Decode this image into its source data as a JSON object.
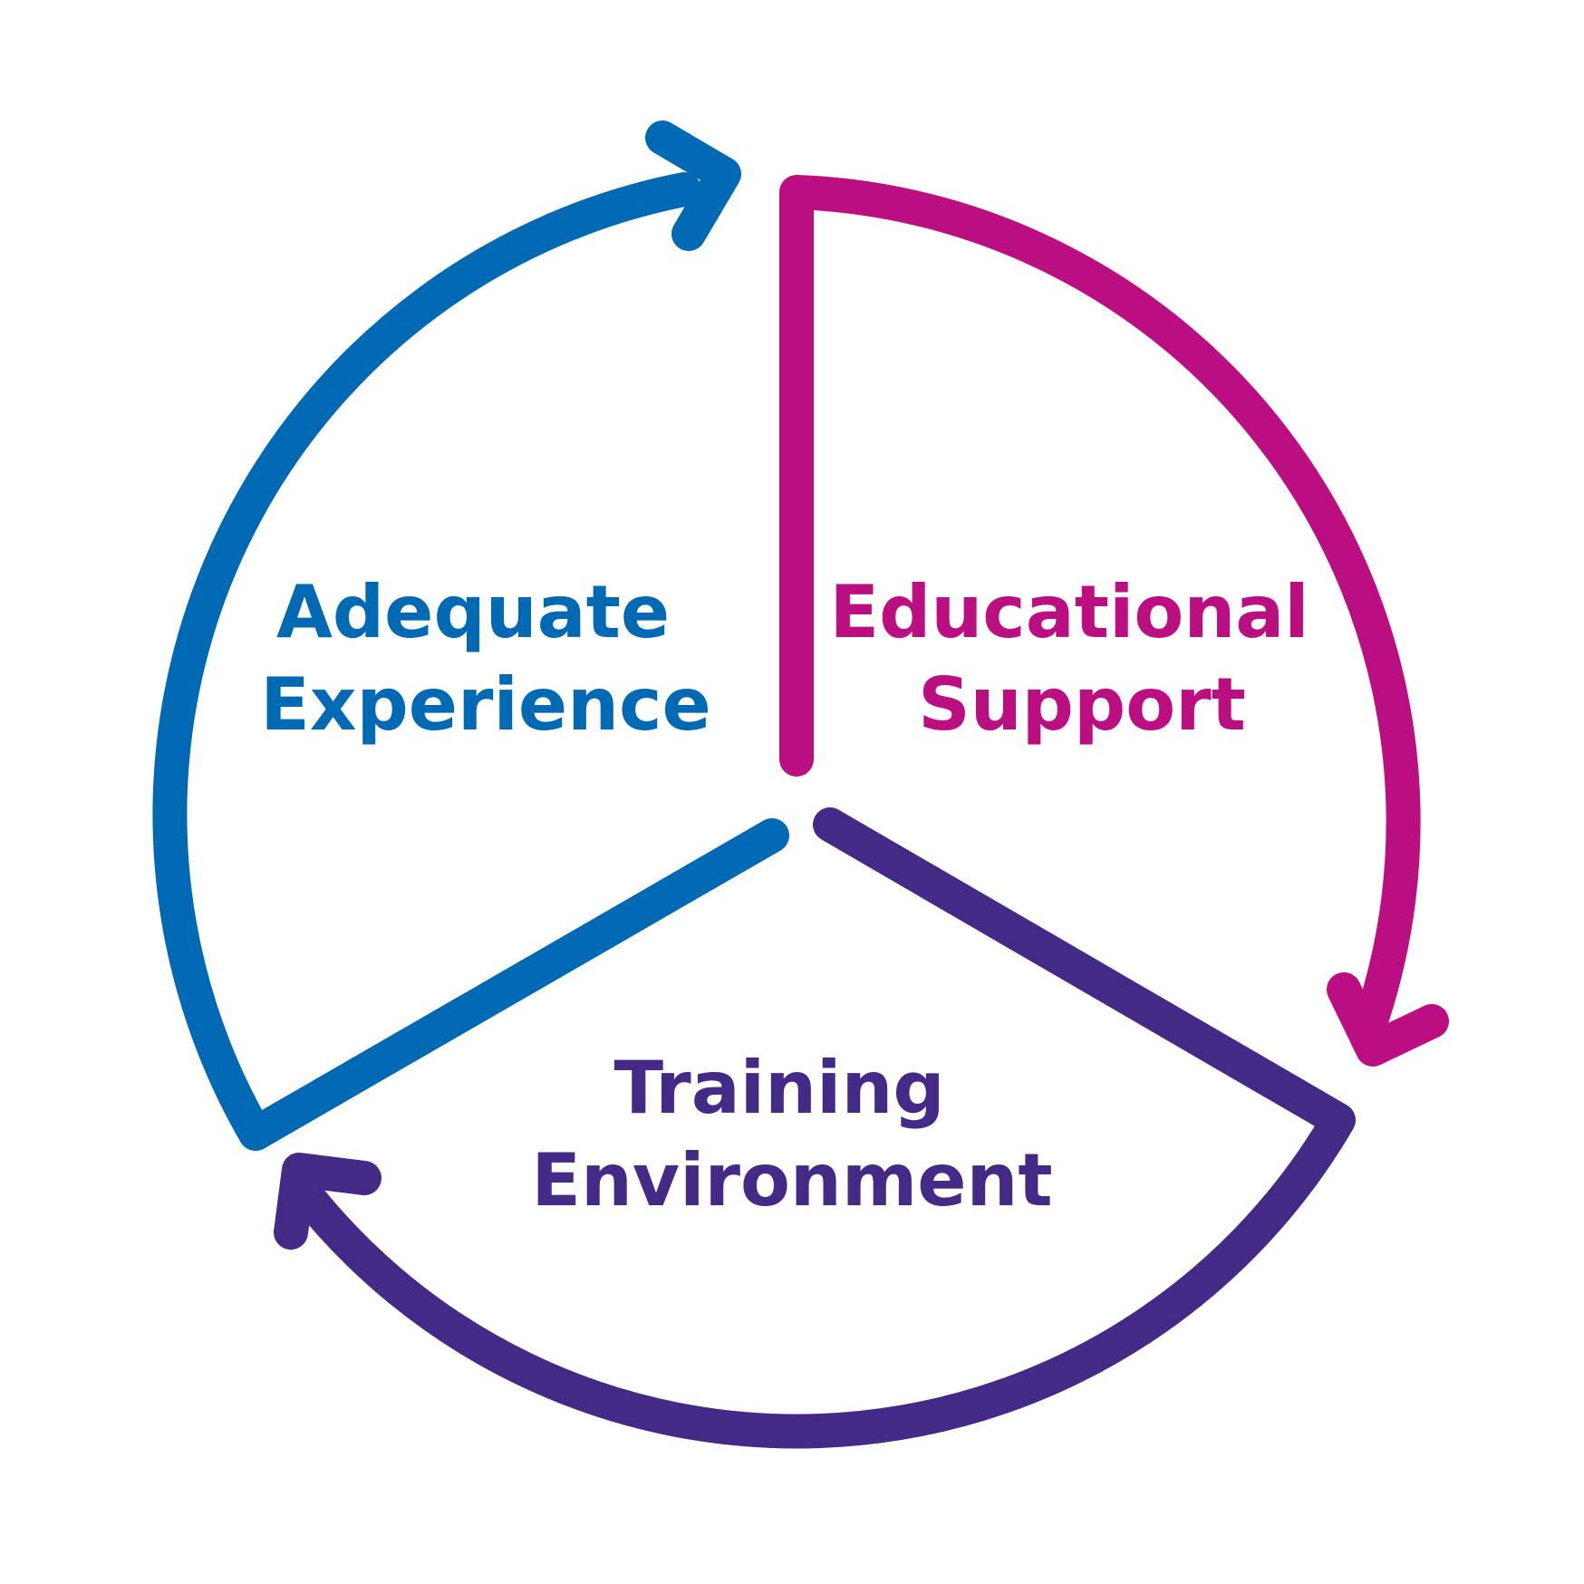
{
  "segments": [
    {
      "id": "adequate-experience",
      "lines": [
        "Adequate",
        "Experience"
      ],
      "color": "#0069b4"
    },
    {
      "id": "educational-support",
      "lines": [
        "Educational",
        "Support"
      ],
      "color": "#bb0e80"
    },
    {
      "id": "training-environment",
      "lines": [
        "Training",
        "Environment"
      ],
      "color": "#432a86"
    }
  ]
}
